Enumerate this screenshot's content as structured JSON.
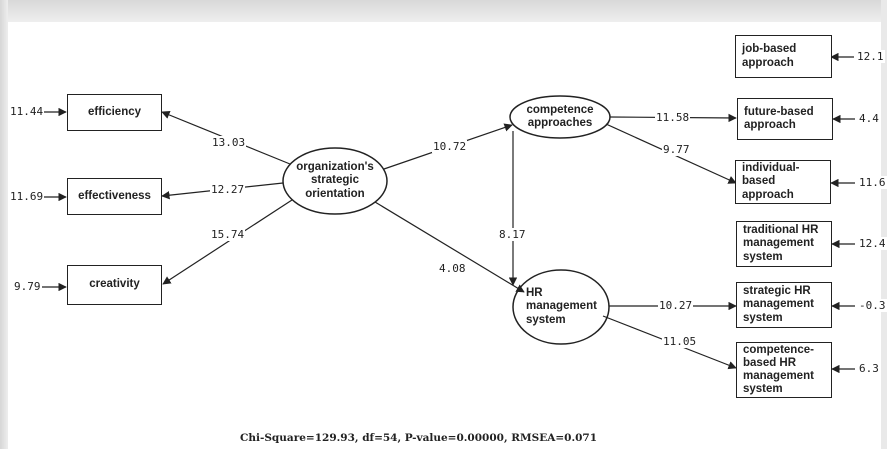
{
  "latent": {
    "org": "organization's strategic orientation",
    "competence": "competence approaches",
    "hr": "HR management system"
  },
  "observed_left": [
    {
      "label": "efficiency",
      "error": "11.44",
      "path": "13.03"
    },
    {
      "label": "effectiveness",
      "error": "11.69",
      "path": "12.27"
    },
    {
      "label": "creativity",
      "error": "9.79",
      "path": "15.74"
    }
  ],
  "observed_right": [
    {
      "label": "job-based approach",
      "error": "12.1"
    },
    {
      "label": "future-based approach",
      "error": "4.4",
      "path": "11.58"
    },
    {
      "label": "individual-based approach",
      "error": "11.6",
      "path": "9.77"
    },
    {
      "label": "traditional HR management system",
      "error": "12.4"
    },
    {
      "label": "strategic HR management system",
      "error": "-0.3",
      "path": "10.27"
    },
    {
      "label": "competence-based HR management system",
      "error": "6.3",
      "path": "11.05"
    }
  ],
  "structural": {
    "org_to_competence": "10.72",
    "org_to_hr": "4.08",
    "competence_to_hr": "8.17"
  },
  "fit_statistics": "Chi-Square=129.93, df=54, P-value=0.00000, RMSEA=0.071"
}
